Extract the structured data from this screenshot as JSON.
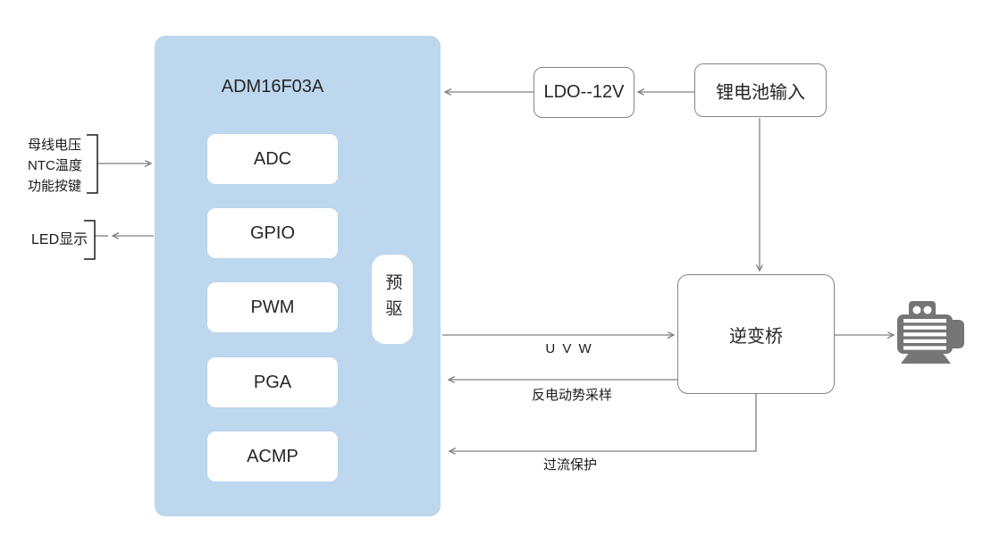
{
  "mcu": {
    "title": "ADM16F03A",
    "modules": [
      "ADC",
      "GPIO",
      "PWM",
      "PGA",
      "ACMP"
    ],
    "predriver_label": "预驱"
  },
  "power": {
    "ldo_label": "LDO--12V",
    "battery_label": "锂电池输入"
  },
  "inverter_label": "逆变桥",
  "io": {
    "analog_inputs": [
      "母线电压",
      "NTC温度",
      "功能按键"
    ],
    "led_label": "LED显示"
  },
  "signals": {
    "uvw": "U V W",
    "back_emf": "反电动势采样",
    "overcurrent": "过流保护"
  },
  "icons": {
    "motor": "motor-icon"
  },
  "colors": {
    "mcu_fill": "#BDD7EE",
    "line": "#808080",
    "bracket": "#1a1a1a",
    "motor": "#757575",
    "text": "#262626"
  }
}
